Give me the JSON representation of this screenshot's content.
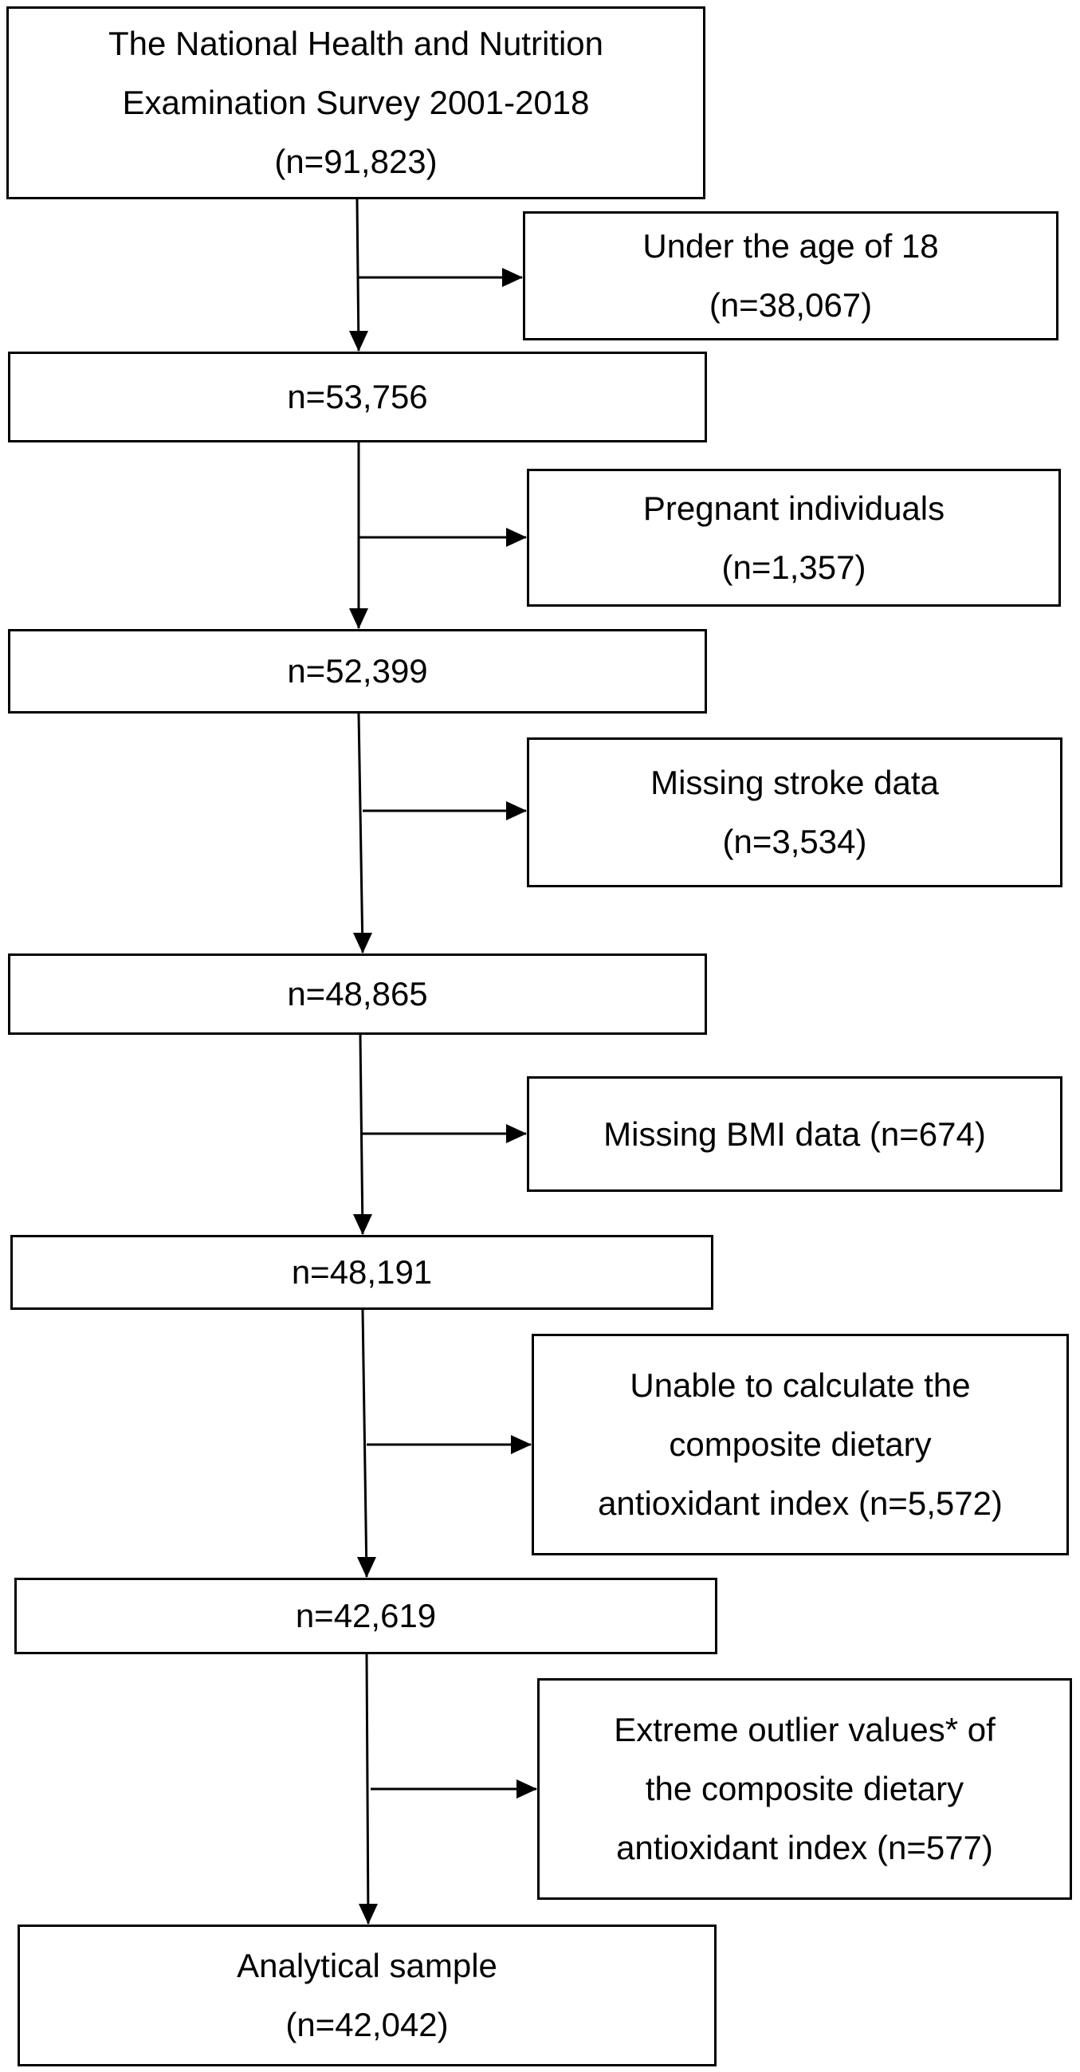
{
  "flowchart": {
    "main_boxes": [
      {
        "id": "source",
        "lines": [
          "The National Health and Nutrition",
          "Examination Survey 2001-2018",
          "(n=91,823)"
        ]
      },
      {
        "id": "step1",
        "lines": [
          "n=53,756"
        ]
      },
      {
        "id": "step2",
        "lines": [
          "n=52,399"
        ]
      },
      {
        "id": "step3",
        "lines": [
          "n=48,865"
        ]
      },
      {
        "id": "step4",
        "lines": [
          "n=48,191"
        ]
      },
      {
        "id": "step5",
        "lines": [
          "n=42,619"
        ]
      },
      {
        "id": "final",
        "lines": [
          "Analytical sample",
          "(n=42,042)"
        ]
      }
    ],
    "exclusion_boxes": [
      {
        "id": "excl-age",
        "lines": [
          "Under the age of 18",
          "(n=38,067)"
        ]
      },
      {
        "id": "excl-pregnant",
        "lines": [
          "Pregnant individuals",
          "(n=1,357)"
        ]
      },
      {
        "id": "excl-stroke",
        "lines": [
          "Missing stroke data",
          "(n=3,534)"
        ]
      },
      {
        "id": "excl-bmi",
        "lines": [
          "Missing BMI data (n=674)"
        ]
      },
      {
        "id": "excl-cdai",
        "lines": [
          "Unable to calculate the",
          "composite dietary",
          "antioxidant index (n=5,572)"
        ]
      },
      {
        "id": "excl-outlier",
        "lines": [
          "Extreme outlier values* of",
          "the composite dietary",
          "antioxidant index (n=577)"
        ]
      }
    ]
  }
}
